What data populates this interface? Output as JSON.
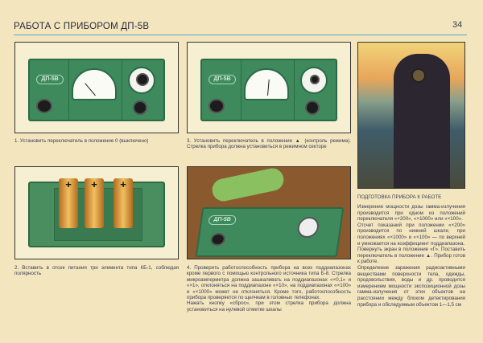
{
  "header": {
    "title": "РАБОТА С ПРИБОРОМ ДП-5В",
    "page_number": "34"
  },
  "device_label": "ДП-5В",
  "captions": {
    "step1": "1. Установить переключатель в положение 0 (выключено)",
    "step3": "3. Установить переключатель в положение ▲ (контроль режима). Стрелка прибора должна установиться в режимном секторе",
    "step2": "2. Вставить в отсек питания три элемента типа КБ-1, соблюдая полярность",
    "step4": [
      "4. Проверить работоспособность прибора на всех поддиапазонах кроме первого с помощью контрольного источника типа Б-8. Стрелка микроамперметра должна зашкаливать на поддиапазонах «×0,1» и «×1», отклоняться на поддиапазоне «×10», на поддиапазонах «×100» и «×1000» может не отклоняться. Кроме того, работоспособность прибора проверяется по щелчкам в головных телефонах.",
      "Нажать кнопку «сброс», при этом стрелка прибора должна установиться на нулевой отметке шкалы"
    ]
  },
  "battery_sign": "+",
  "right_column": {
    "heading": "ПОДГОТОВКА ПРИБОРА К РАБОТЕ",
    "paragraphs": [
      "Измерение мощности дозы гамма-излучения производится при одном из положений переключателя «×200», «×1000» или «×100».",
      "Отсчет показаний при положении «×200» производится по нижней шкале, при положениях «×1000» и «×100» — по верхней и умножается на коэффициент поддиапазона.",
      "Повернуть экран в положение «Г». Поставить переключатель в положение ▲. Прибор готов к работе.",
      "Определение заражения радиоактивными веществами поверхности тела, одежды, продовольствия, воды и др. проводится измерением мощности экспозиционной дозы гамма-излучения от этих объектов на расстоянии между блоком детектирования прибора и обследуемым объектом 1—1,5 см"
    ]
  }
}
